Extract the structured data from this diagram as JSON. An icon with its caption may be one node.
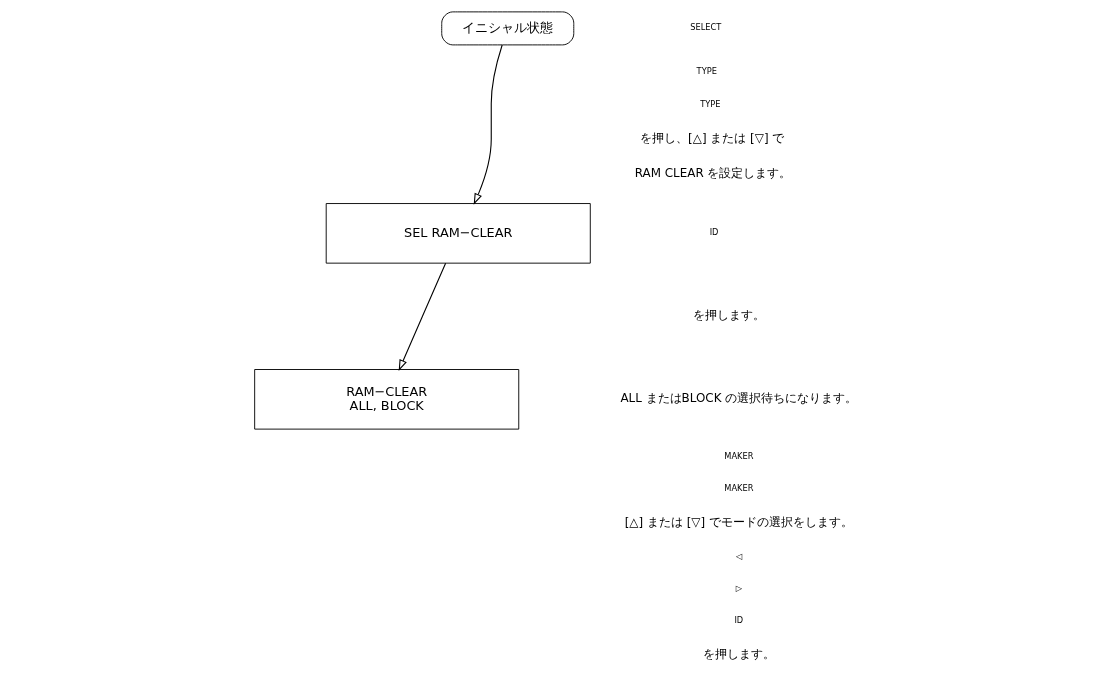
{
  "diagram": {
    "nodes": [
      {
        "text": [
          "イニシャル状態"
        ]
      },
      {
        "text": [
          "SEL RAM−CLEAR"
        ]
      },
      {
        "text": [
          "RAM−CLEAR",
          "ALL, BLOCK"
        ]
      }
    ],
    "edges": [
      {
        "from": 0,
        "to": 1,
        "arrow": "to"
      },
      {
        "from": 1,
        "to": 2,
        "arrow": "to"
      }
    ],
    "labels": [
      "SELECT",
      "TYPE",
      "TYPE",
      "を押し、[△] または [▽] で",
      "RAM CLEAR を設定します。",
      "ID",
      "を押します。",
      "ALL またはBLOCK の選択待ちになります。",
      "MAKER",
      "MAKER",
      "[△] または [▽] でモードの選択をします。",
      "◁",
      "▷",
      "ID",
      "を押します。"
    ]
  }
}
